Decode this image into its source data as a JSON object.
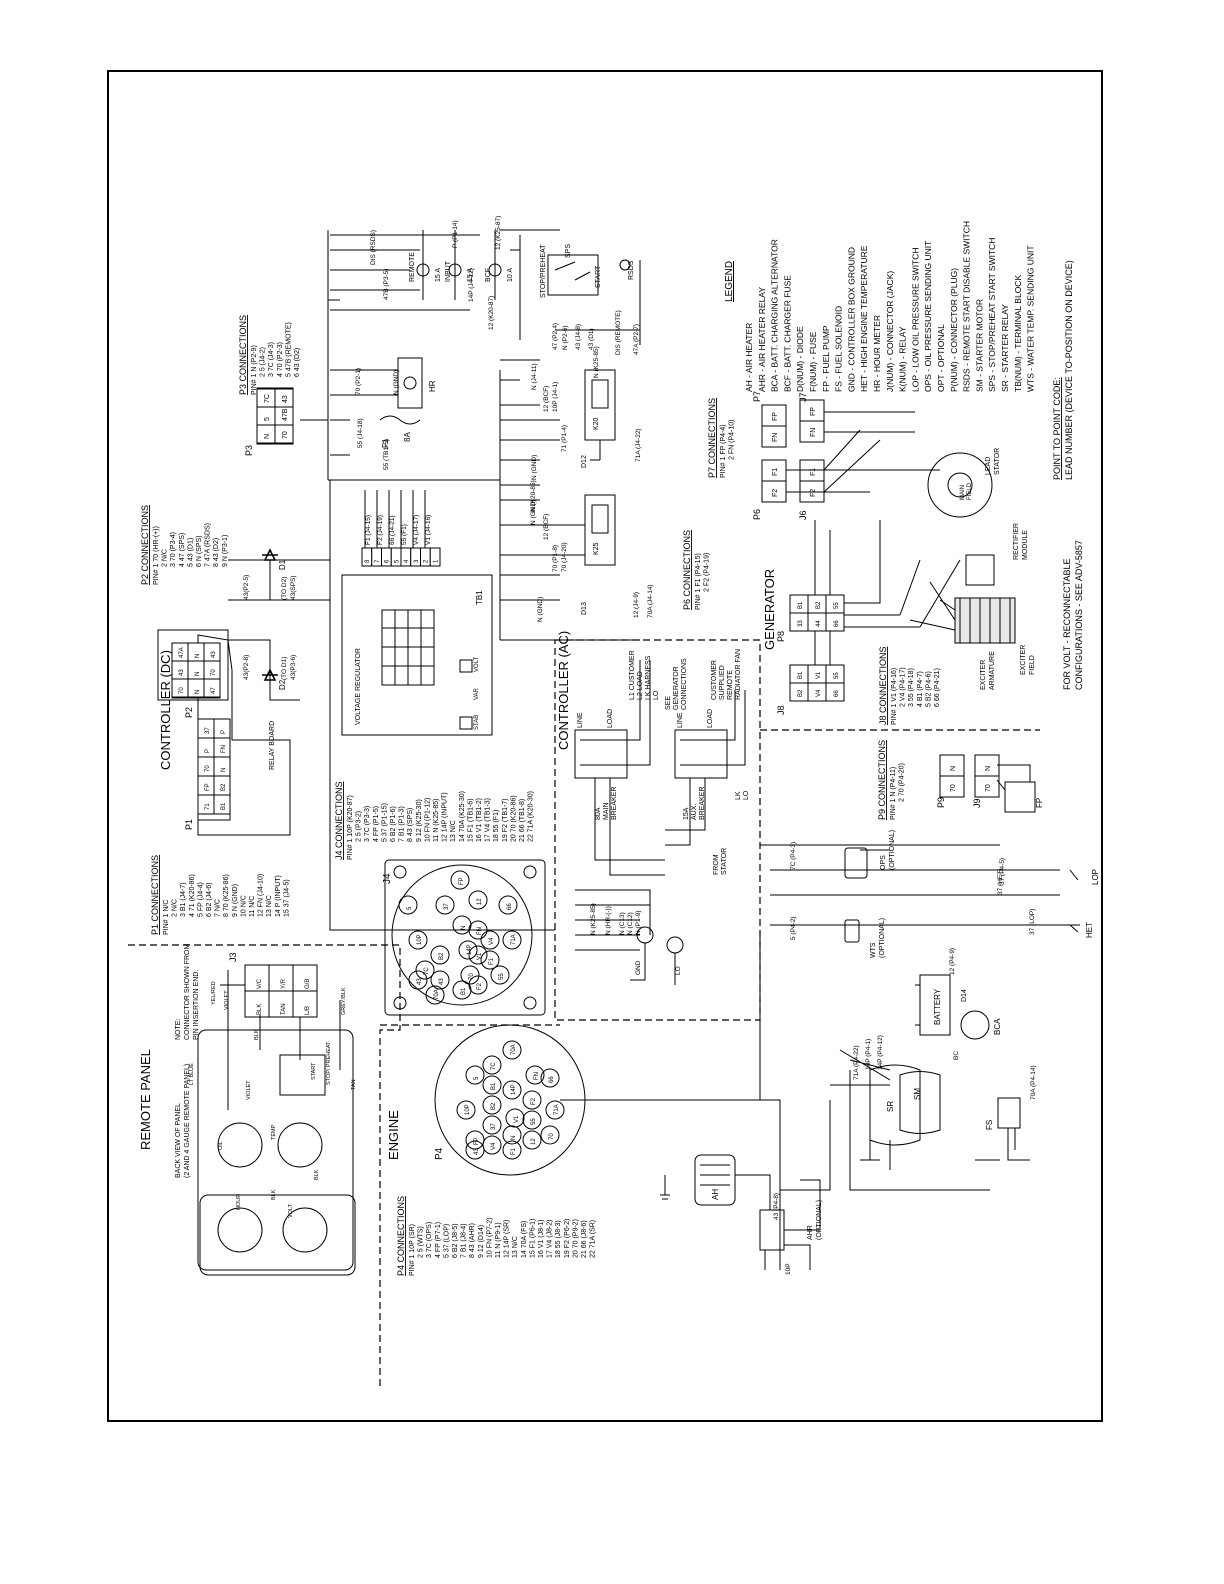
{
  "sections": {
    "controller_dc": "CONTROLLER (DC)",
    "controller_ac": "CONTROLLER (AC)",
    "generator": "GENERATOR",
    "engine": "ENGINE",
    "remote_panel": "REMOTE PANEL",
    "relay_board": "RELAY BOARD",
    "voltage_regulator": "VOLTAGE REGULATOR"
  },
  "connectors": {
    "p1": "P1",
    "p2": "P2",
    "p3": "P3",
    "p4": "P4",
    "p6": "P6",
    "p7": "P7",
    "p8": "P8",
    "p9": "P9",
    "j3": "J3",
    "j4": "J4",
    "j6": "J6",
    "j7": "J7",
    "j8": "J8",
    "j9": "J9",
    "tb1": "TB1"
  },
  "p1_connections": {
    "title": "P1 CONNECTIONS",
    "lines": [
      "PIN# 1 N/C",
      "2 N/C",
      "3 B1 (J4-7)",
      "4 71 (K20-86)",
      "5 FP (J4-4)",
      "6 B2 (J4-6)",
      "7 N/C",
      "8 70 (K25-86)",
      "9 N (GND)",
      "10 N/C",
      "11 N/C",
      "12 FN (J4-10)",
      "13 N/C",
      "14 P (INPUT)",
      "15 37 (J4-5)"
    ]
  },
  "p2_connections": {
    "title": "P2 CONNECTIONS",
    "lines": [
      "PIN# 1 70 (HR-(+))",
      "2 N/C",
      "3 70 (P3-4)",
      "4 47 (SPS)",
      "5 43 (D1)",
      "6 N (SPS)",
      "7 47A (RSDS)",
      "8 43 (D2)",
      "9 N (P3-1)"
    ]
  },
  "p3_connections": {
    "title": "P3 CONNECTIONS",
    "lines": [
      "PIN# 1 N (P2-9)",
      "2 5 (J4-2)",
      "3 7C (J4-3)",
      "4 70 (P2-3)",
      "5 47B (REMOTE)",
      "6 43 (D2)"
    ]
  },
  "j4_connections": {
    "title": "J4 CONNECTIONS",
    "lines": [
      "PIN# 1 10P (K20-87)",
      "2 5 (P3-2)",
      "3 7C (P3-3)",
      "4 FP (P1-5)",
      "5 37 (P1-15)",
      "6 B2 (P1-6)",
      "7 B1 (P1-3)",
      "8 43 (SPS)",
      "9 12 (K25-30)",
      "10 FN (P1-12)",
      "11 N (K25-85)",
      "12 14P (INPUT)",
      "13 N/C",
      "14 70A (K25-30)",
      "15 F1 (TB1-6)",
      "16 V1 (TB1-2)",
      "17 V4 (TB1-3)",
      "18 55 (F1)",
      "19 F2 (TB1-7)",
      "20 70 (K20-86)",
      "21 66 (TB1-8)",
      "22 71A (K20-30)"
    ]
  },
  "p4_connections": {
    "title": "P4 CONNECTIONS",
    "lines": [
      "PIN# 1 10P (SR)",
      "2 5 (WTS)",
      "3 7C (OPS)",
      "4 FP (P7-1)",
      "5 37 (LOP)",
      "6 B2 (J8-5)",
      "7 B1 (J8-4)",
      "8 43 (AHR)",
      "9 12 (D14)",
      "10 FN (P7-2)",
      "11 N (P9-1)",
      "12 14P (SR)",
      "13 N/C",
      "14 70A (FS)",
      "15 F1 (P6-1)",
      "16 V1 (J8-1)",
      "17 V4 (J8-2)",
      "18 55 (J8-3)",
      "19 F2 (P6-2)",
      "20 70 (P9-2)",
      "21 66 (J8-6)",
      "22 71A (SR)"
    ]
  },
  "p6_connections": {
    "title": "P6 CONNECTIONS",
    "lines": [
      "PIN# 1 F1 (P4-15)",
      "2 F2 (P4-19)"
    ]
  },
  "p7_connections": {
    "title": "P7 CONNECTIONS",
    "lines": [
      "PIN# 1 FP (P4-4)",
      "2 FN (P4-10)"
    ]
  },
  "j8_connections": {
    "title": "J8 CONNECTIONS",
    "lines": [
      "PIN# 1 V1 (P4-16)",
      "2 V4 (P4-17)",
      "3 55 (P4-18)",
      "4 B1 (P4-7)",
      "5 B2 (P4-6)",
      "6 66 (P4-21)"
    ]
  },
  "p9_connections": {
    "title": "P9 CONNECTIONS",
    "lines": [
      "PIN# 1 N (P4-11)",
      "2 70 (P4-20)"
    ]
  },
  "legend": {
    "title": "LEGEND",
    "items": [
      "AH - AIR HEATER",
      "AHR - AIR HEATER RELAY",
      "BCA - BATT. CHARGING ALTERNATOR",
      "BCF - BATT. CHARGER FUSE",
      "D(NUM) - DIODE",
      "F(NUM) - FUSE",
      "FP - FUEL PUMP",
      "FS - FUEL SOLENOID",
      "GND - CONTROLLER BOX GROUND",
      "HET - HIGH ENGINE TEMPERATURE",
      "HR - HOUR METER",
      "J(NUM) - CONNECTOR (JACK)",
      "K(NUM) - RELAY",
      "LOP - LOW OIL PRESSURE SWITCH",
      "OPS - OIL PRESSURE SENDING UNIT",
      "OPT - OPTIONAL",
      "P(NUM) - CONNECTOR (PLUG)",
      "RSDS - REMOTE START DISABLE SWITCH",
      "SM - STARTER MOTOR",
      "SPS - STOP/PREHEAT START SWITCH",
      "SR - STARTER RELAY",
      "TB(NUM) - TERMINAL BLOCK",
      "WTS - WATER TEMP. SENDING UNIT"
    ]
  },
  "point_to_point": {
    "title": "POINT TO POINT CODE:",
    "text": "LEAD NUMBER (DEVICE TO-POSITION ON DEVICE)"
  },
  "volt_note": [
    "FOR VOLT - RECONNECTABLE",
    "CONFIGURATIONS - SEE ADV-5857"
  ],
  "remote_panel_notes": {
    "note": [
      "NOTE:",
      "CONNECTOR SHOWN FROM",
      "PIN INSERTION END."
    ],
    "back_view": [
      "BACK VIEW OF PANEL",
      "(2 AND 4 GAUGE REMOTE PANEL)"
    ]
  },
  "breakers": {
    "main": [
      "80A",
      "MAIN",
      "BREAKER"
    ],
    "aux": [
      "15A",
      "AUX.",
      "BREAKER"
    ]
  },
  "ac_labels": {
    "line": "LINE",
    "load": "LOAD",
    "customer_load": [
      "L1 CUSTOMER",
      "L2 LOAD",
      "LK HARNESS",
      "LO"
    ],
    "see_gen": [
      "SEE",
      "GENERATOR",
      "CONNECTIONS"
    ],
    "customer_supplied": [
      "CUSTOMER",
      "SUPPLIED",
      "REMOTE",
      "RADIATOR FAN"
    ],
    "from_stator": [
      "FROM",
      "STATOR"
    ],
    "lk": "LK",
    "lo": "LO"
  },
  "generator_labels": {
    "exciter_armature": [
      "EXCITER",
      "ARMATURE"
    ],
    "exciter_field": [
      "EXCITER",
      "FIELD"
    ],
    "rectifier_module": [
      "RECTIFIER",
      "MODULE"
    ],
    "lead_stator": [
      "LEAD",
      "STATOR"
    ],
    "main_field": [
      "MAIN",
      "FIELD"
    ]
  },
  "engine_devices": {
    "battery": "BATTERY",
    "bca": "BCA",
    "sr": "SR",
    "sm": "SM",
    "fs": "FS",
    "ah": "AH",
    "ahr": [
      "AHR",
      "(OPTIONAL)"
    ],
    "ops": [
      "OPS",
      "(OPTIONAL)"
    ],
    "wts": [
      "WTS",
      "(OPTIONAL)"
    ],
    "lop": "LOP",
    "het": "HET",
    "fp": "FP",
    "d14": "D14"
  },
  "fuses": {
    "f1": "F1",
    "f1_rating": "8A",
    "remote": "REMOTE",
    "remote_rating": "15 A",
    "input": "INPUT",
    "input_rating": "15 A",
    "bcf": "BCF",
    "bcf_rating": "10 A"
  },
  "relays": {
    "k20": "K20",
    "k25": "K25",
    "d12": "D12",
    "d13": "D13",
    "d1": "D1",
    "d2": "D2",
    "hr": "HR"
  },
  "switches": {
    "stop_preheat": "STOP/PREHEAT",
    "sps": "SPS",
    "start": "START",
    "rsds": "RSDS"
  },
  "p1_grid": {
    "top": [
      "71",
      "FP",
      "70",
      "P",
      "37"
    ],
    "bot": [
      "B1",
      "B2",
      "N",
      "FN",
      "P"
    ]
  },
  "p2_grid": {
    "top": [
      "47A",
      "43",
      "70"
    ],
    "mid": [
      "N",
      "N",
      "N"
    ],
    "bot": [
      "43",
      "70",
      "47"
    ]
  },
  "p3_grid": {
    "r1": [
      "N",
      "5",
      "7C"
    ],
    "r2": [
      "70",
      "47B",
      "43"
    ]
  },
  "j4_pins": [
    "10P",
    "5",
    "37",
    "FP",
    "12",
    "FN",
    "F1",
    "V1",
    "70",
    "71A",
    "V4",
    "14P",
    "N",
    "43",
    "B1",
    "B2",
    "7C",
    "43",
    "70A",
    "F2",
    "55",
    "66"
  ],
  "p4_pins": [
    "10P",
    "5",
    "7C",
    "B1",
    "43",
    "70A",
    "71A",
    "37",
    "B2",
    "14P",
    "V1",
    "F1",
    "N",
    "V4",
    "55",
    "F2",
    "12",
    "FN",
    "66",
    "FP",
    "70"
  ],
  "p8_grid": {
    "r1": [
      "B1",
      "B2",
      "55"
    ],
    "r2": [
      "33",
      "44",
      "66"
    ]
  },
  "j8_grid": {
    "r1": [
      "B1",
      "V1",
      "55"
    ],
    "r2": [
      "B2",
      "V4",
      "66"
    ]
  },
  "p6_grid": [
    "F1",
    "F2"
  ],
  "j6_grid": [
    "F1",
    "F2"
  ],
  "p7_grid": [
    "FP",
    "FN"
  ],
  "j7_grid": [
    "FP",
    "FN"
  ],
  "p9_grid": [
    "N",
    "70"
  ],
  "j9_grid": [
    "N",
    "70"
  ],
  "j3_grid": {
    "r1": [
      "BLK",
      "TAN",
      "L/B"
    ],
    "r2": [
      "V/C",
      "Y/R",
      "G/B"
    ]
  },
  "tb1_terminals": [
    "8",
    "7",
    "6",
    "5",
    "4",
    "3",
    "2",
    "1"
  ],
  "tb1_wires": [
    "F1 (J4-15)",
    "F2 (J4-19)",
    "66 (J4-21)",
    "55 (F1)",
    "V4 (J4-17)",
    "V1 (J4-16)"
  ],
  "vr_labels": [
    "STAB",
    "VAR",
    "VOLT"
  ],
  "wire_labels": {
    "w1": "12 (K25-87)",
    "w2": "P (P1-14)",
    "w3": "DIS (RSDS)",
    "w4": "47B (P3-5)",
    "w5": "14P (J4-12)",
    "w6": "12 (K20-87)",
    "w7": "47 (P2-4)",
    "w8": "N (P2-6)",
    "w9": "43 (J4-8)",
    "w10": "43 (D1)",
    "w11": "DIS (REMOTE)",
    "w12": "47A (P2-7)",
    "w13": "70 (P2-1)",
    "w14": "N (GND)",
    "w15": "55 (J4-18)",
    "w16": "55 (TB1-5)",
    "w17": "N (K25-85)",
    "w18": "N (J4-11)",
    "w19": "12 (BCF)",
    "w20": "10P (J4-1)",
    "w21": "71 (P1-4)",
    "w22": "N (GND)",
    "w23": "71A (J4-22)",
    "w24": "N (K20-85)",
    "w25": "N (GND)",
    "w26": "12 (BCF)",
    "w27": "70 (P1-8)",
    "w28": "70 (J4-20)",
    "w29": "N (GND)",
    "w30": "12 (J4-9)",
    "w31": "70A (J4-14)",
    "w32": "43(P2-5)",
    "w33": "43(P2-8)",
    "w34": "(TO D2)",
    "w35": "(TO D1)",
    "w36": "43(SPS)",
    "w37": "43(P3-6)",
    "w38": "N (K25-85)",
    "w39": "N (HR-(-))",
    "w40": "N (C13)",
    "w41": "N (C12)",
    "w42": "N (P1-9)",
    "w43": "GND",
    "w44": "LO",
    "w45": "7C (P4-3)",
    "w46": "5 (P4-2)",
    "w47": "37 (P4-5)",
    "w48": "37 (HET)",
    "w49": "37 (LOP)",
    "w50": "12 (P4-9)",
    "w51": "71A (P4-22)",
    "w52": "10P (P4-1)",
    "w53": "14P (P4-12)",
    "w54": "70A (P4-14)",
    "w55": "43 (P4-8)",
    "w56": "10P",
    "w57": "BC"
  },
  "remote_wire_labels": [
    "YEL/RED",
    "VIOLET",
    "BLK",
    "GREY/BLK",
    "LT BLUE",
    "TAN",
    "VIOLET",
    "TEMP",
    "BLK",
    "OIL",
    "BLK",
    "HOUR",
    "VOLT",
    "STOP/ PREHEAT",
    "START"
  ]
}
